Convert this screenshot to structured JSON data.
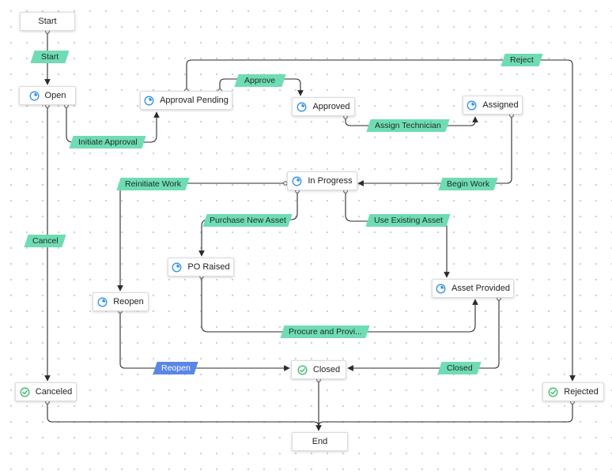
{
  "nodes": {
    "start": "Start",
    "open": "Open",
    "approval_pending": "Approval Pending",
    "approved": "Approved",
    "assigned": "Assigned",
    "in_progress": "In Progress",
    "po_raised": "PO Raised",
    "reopen": "Reopen",
    "asset_provided": "Asset Provided",
    "closed": "Closed",
    "canceled": "Canceled",
    "rejected": "Rejected",
    "end": "End"
  },
  "transitions": {
    "start": "Start",
    "initiate_approval": "Initiate Approval",
    "approve": "Approve",
    "reject": "Reject",
    "assign_technician": "Assign Technician",
    "begin_work": "Begin Work",
    "reinitiate_work": "Reinitiate Work",
    "purchase_new_asset": "Purchase New Asset",
    "use_existing_asset": "Use Existing Asset",
    "cancel": "Cancel",
    "procure_and_provide": "Procure and Provi...",
    "reopen": "Reopen",
    "closed": "Closed"
  },
  "icons": {
    "in_progress_state": "clock-icon",
    "completed_state": "check-circle-icon"
  },
  "colors": {
    "transition_label": "#6fdcb4",
    "transition_label_selected": "#5b86e8",
    "state_icon_blue": "#2f8fe6",
    "state_icon_green": "#3fb66a",
    "edge": "#2b2b2b"
  }
}
